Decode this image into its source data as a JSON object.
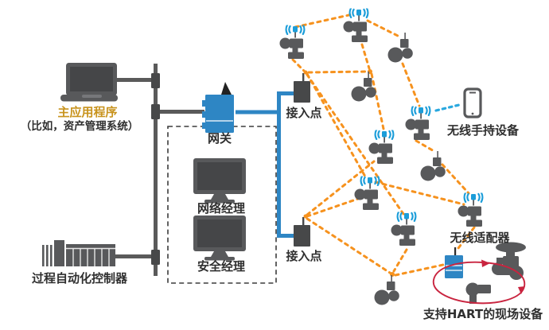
{
  "labels": {
    "host_app": "主应用程序",
    "host_app_note": "（比如，资产管理系统）",
    "gateway": "网关",
    "network_manager": "网络经理",
    "security_manager": "安全经理",
    "access_point_top": "接入点",
    "access_point_bottom": "接入点",
    "process_controller": "过程自动化控制器",
    "handheld": "无线手持设备",
    "adapter": "无线适配器",
    "hart_field_device": "支持HART的现场设备"
  },
  "colors": {
    "device_gray": "#58595B",
    "screen_dark": "#454648",
    "bus_gray": "#5A5A5A",
    "node_gray": "#474849",
    "blue": "#2E86C4",
    "wireless_blue": "#1B9DD9",
    "link_blue": "#29A8DF",
    "mesh_orange": "#F6921E",
    "loop_red": "#C9243F",
    "host_app_gold": "#C8931D",
    "label_black": "#2F2F2F"
  },
  "icons": {
    "laptop": "laptop-icon",
    "controller": "plc-rack-icon",
    "gateway": "gateway-antenna-box-icon",
    "monitor": "desktop-monitor-icon",
    "access_point": "access-point-box-icon",
    "wireless_device": "wireless-transmitter-wifi-icon",
    "field_device": "round-field-device-icon",
    "handheld": "handheld-phone-icon",
    "adapter": "wireless-adapter-box-icon",
    "valve": "control-valve-icon",
    "hart_transmitter": "hart-transmitter-icon",
    "wifi": "wifi-waves-icon"
  },
  "counts": {
    "wireless_mesh_devices": 7,
    "round_field_devices": 4,
    "access_points": 2
  }
}
